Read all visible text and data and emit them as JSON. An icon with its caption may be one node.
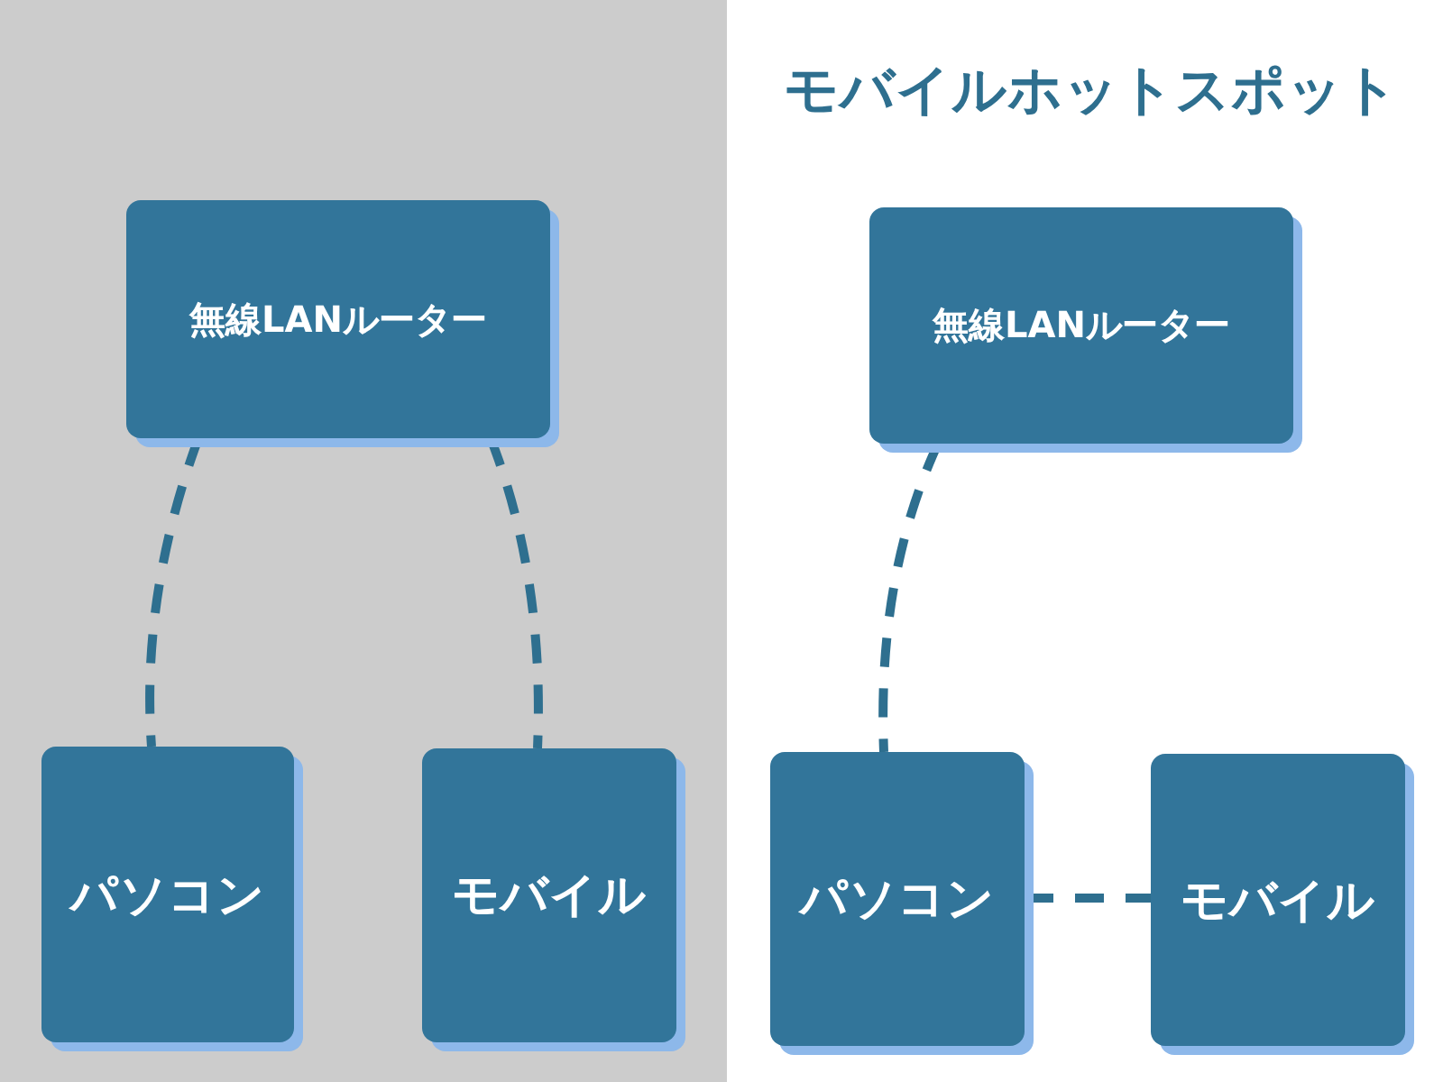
{
  "diagram": {
    "title": "モバイルホットスポット",
    "nodes": [
      {
        "text": [
          "無線LANルーター"
        ]
      },
      {
        "text": [
          "パソコン"
        ]
      },
      {
        "text": [
          "モバイル"
        ]
      },
      {
        "text": [
          "無線LANルーター"
        ]
      },
      {
        "text": [
          "パソコン"
        ]
      },
      {
        "text": [
          "モバイル"
        ]
      }
    ],
    "edges": [
      {
        "from": 0,
        "to": 1,
        "arrow": "none",
        "style": "dashed"
      },
      {
        "from": 0,
        "to": 2,
        "arrow": "none",
        "style": "dashed"
      },
      {
        "from": 3,
        "to": 4,
        "arrow": "none",
        "style": "dashed"
      },
      {
        "from": 4,
        "to": 5,
        "arrow": "none",
        "style": "dashed"
      }
    ]
  }
}
